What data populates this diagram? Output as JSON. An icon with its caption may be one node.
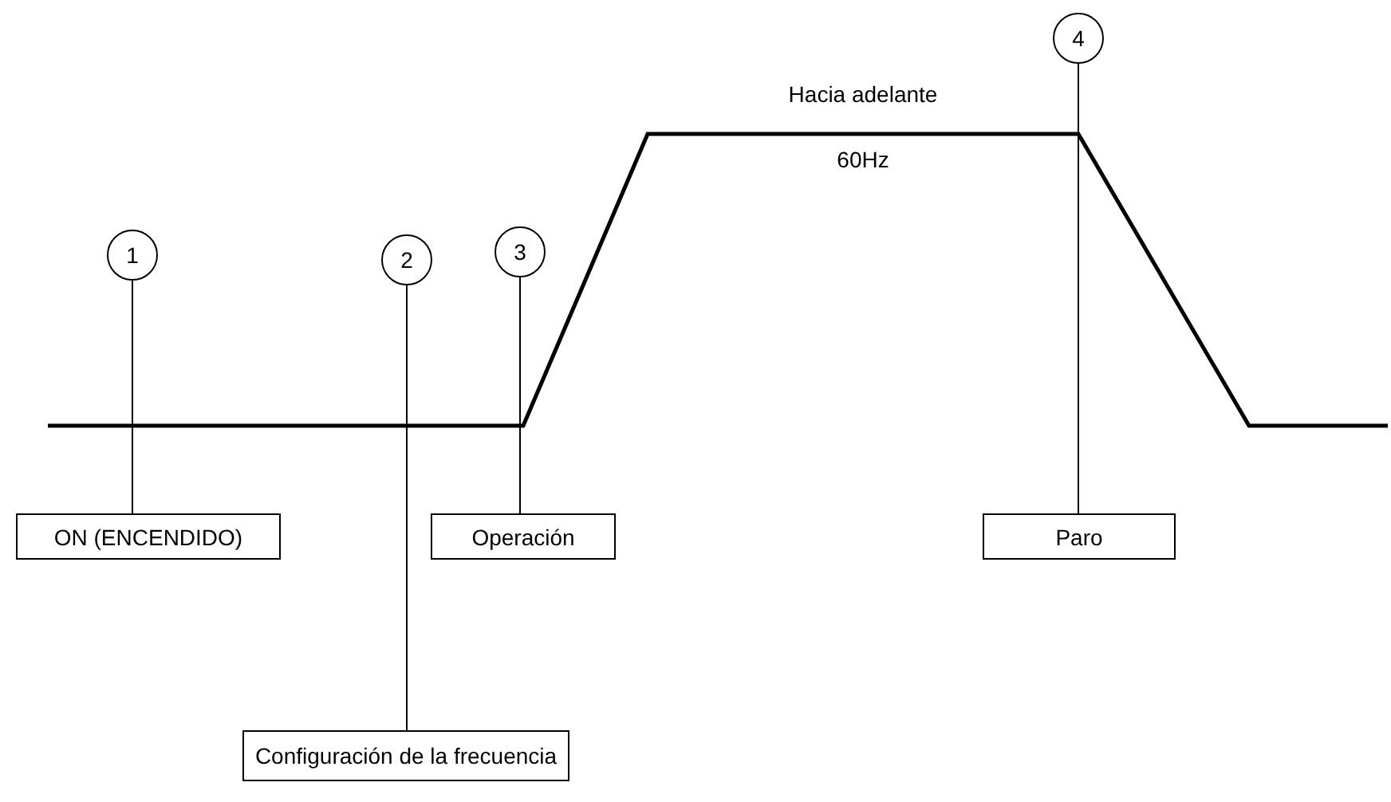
{
  "diagram": {
    "nodes": [
      {
        "text": [
          "4"
        ]
      },
      {
        "text": [
          "1"
        ]
      },
      {
        "text": [
          "2"
        ]
      },
      {
        "text": [
          "3"
        ]
      },
      {
        "text": [
          "ON (ENCENDIDO)"
        ]
      },
      {
        "text": [
          "Operación"
        ]
      },
      {
        "text": [
          "Paro"
        ]
      },
      {
        "text": [
          "Configuración de la frecuencia"
        ]
      }
    ],
    "edges": [
      {
        "from": 1,
        "to": 4,
        "arrow": "none"
      },
      {
        "from": 2,
        "to": 7,
        "arrow": "none"
      },
      {
        "from": 3,
        "to": 5,
        "arrow": "none"
      },
      {
        "from": 0,
        "to": 6,
        "arrow": "none"
      }
    ],
    "labels": [
      "Hacia adelante",
      "60Hz"
    ]
  }
}
